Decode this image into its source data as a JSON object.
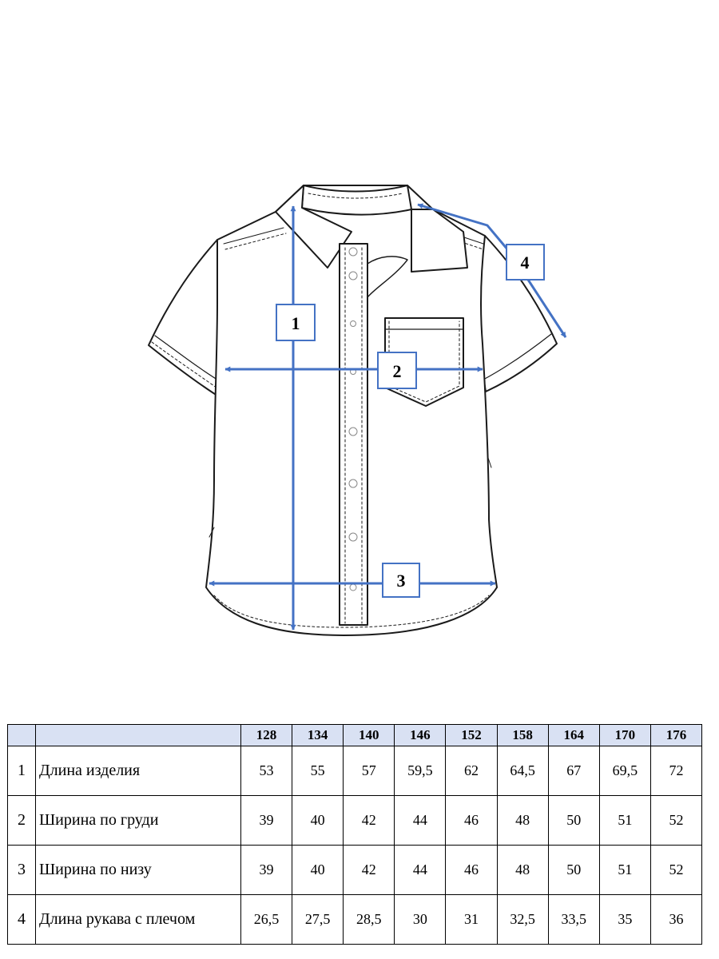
{
  "callouts": [
    "1",
    "2",
    "3",
    "4"
  ],
  "colors": {
    "arrow": "#4472c4",
    "outline": "#1a1a1a",
    "header_bg": "#d9e1f3"
  },
  "table": {
    "sizes": [
      "128",
      "134",
      "140",
      "146",
      "152",
      "158",
      "164",
      "170",
      "176"
    ],
    "rows": [
      {
        "num": "1",
        "label": "Длина изделия",
        "values": [
          "53",
          "55",
          "57",
          "59,5",
          "62",
          "64,5",
          "67",
          "69,5",
          "72"
        ]
      },
      {
        "num": "2",
        "label": "Ширина по груди",
        "values": [
          "39",
          "40",
          "42",
          "44",
          "46",
          "48",
          "50",
          "51",
          "52"
        ]
      },
      {
        "num": "3",
        "label": "Ширина по низу",
        "values": [
          "39",
          "40",
          "42",
          "44",
          "46",
          "48",
          "50",
          "51",
          "52"
        ]
      },
      {
        "num": "4",
        "label": "Длина рукава с плечом",
        "values": [
          "26,5",
          "27,5",
          "28,5",
          "30",
          "31",
          "32,5",
          "33,5",
          "35",
          "36"
        ]
      }
    ]
  }
}
